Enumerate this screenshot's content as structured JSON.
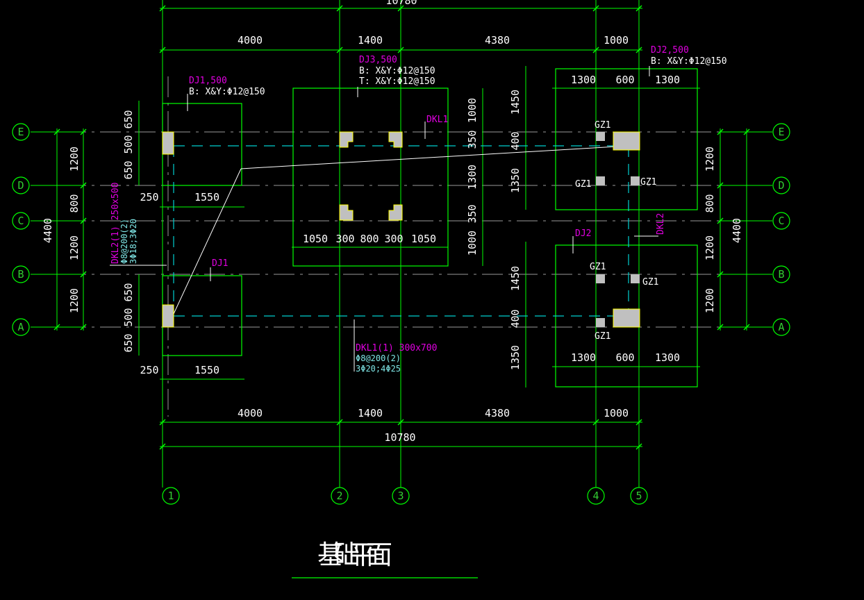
{
  "title": "基础平面",
  "colors": {
    "background": "#000000",
    "dimension": "#00ff00",
    "text": "#ffffff",
    "tag": "#e100e1",
    "beam_dash": "#00d0d0",
    "column_fill": "#c0c0c0",
    "column_edge": "#ffff00"
  },
  "axes": {
    "vertical": [
      "1",
      "2",
      "3",
      "4",
      "5"
    ],
    "horizontal": [
      "E",
      "D",
      "C",
      "B",
      "A"
    ]
  },
  "dims": {
    "top_overall": "10780",
    "top_spans": [
      "4000",
      "1400",
      "4380",
      "1000"
    ],
    "bottom_spans": [
      "4000",
      "1400",
      "4380",
      "1000"
    ],
    "bottom_overall": "10780",
    "left_chain": [
      "1200",
      "800",
      "1200",
      "1200"
    ],
    "left_overall": "4400",
    "right_chain": [
      "1200",
      "800",
      "1200",
      "1200"
    ],
    "right_overall": "4400",
    "dj1_top_v": [
      "650",
      "500",
      "650"
    ],
    "dj1_top_h": [
      "250",
      "1550"
    ],
    "dj1_bot_v": [
      "650",
      "500",
      "650"
    ],
    "dj1_bot_h": [
      "250",
      "1550"
    ],
    "dj3_v": [
      "1000",
      "350",
      "1300",
      "350",
      "1000"
    ],
    "dj3_h": [
      "1050",
      "300",
      "800",
      "300",
      "1050"
    ],
    "dj2_top_h": [
      "1300",
      "600",
      "1300"
    ],
    "dj2_top_v": [
      "1450",
      "400",
      "1350"
    ],
    "dj2_bot_h": [
      "1300",
      "600",
      "1300"
    ],
    "dj2_bot_v": [
      "1450",
      "400",
      "1350"
    ]
  },
  "tags": {
    "dj1_top": {
      "name": "DJ1,500",
      "rebar": "B: X&Y:Φ12@150"
    },
    "dj3": {
      "name": "DJ3,500",
      "rebar_b": "B: X&Y:Φ12@150",
      "rebar_t": "T: X&Y:Φ12@150"
    },
    "dj2_top": {
      "name": "DJ2,500",
      "rebar": "B: X&Y:Φ12@150"
    },
    "dkl1": "DKL1",
    "dkl2": "DKL2",
    "dj2_bot": "DJ2",
    "dj1_bot": "DJ1",
    "dkl1_note": {
      "name": "DKL1(1) 300x700",
      "stirrup": "Φ8@200(2)",
      "bars": "3Φ20;4Φ25"
    },
    "dkl2_note": {
      "name": "DKL2(1) 250x500",
      "stirrup": "Φ8@200(2)",
      "bars": "3Φ18;3Φ20"
    },
    "gz1": "GZ1"
  }
}
